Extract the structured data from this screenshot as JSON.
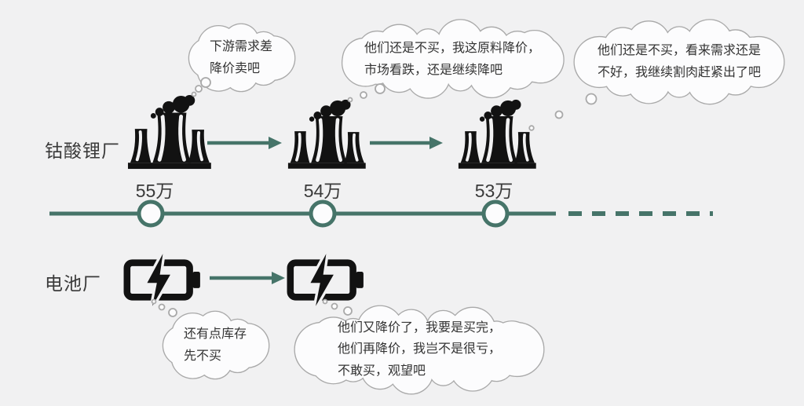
{
  "colors": {
    "teal": "#467469",
    "ink": "#121212",
    "bg": "#f1f1f2",
    "text": "#3a3a3a",
    "bubble_border": "#a9a9a9",
    "bubble_fill": "#fcfcfd"
  },
  "producer": {
    "label": "钴酸锂厂",
    "icon": "nuclear-plant-icon",
    "prices": [
      "55万",
      "54万",
      "53万"
    ],
    "thoughts": [
      "下游需求差\n降价卖吧",
      "他们还是不买，我这原料降价，\n市场看跌，还是继续降吧",
      "他们还是不买，看来需求还是\n不好，我继续割肉赶紧出了吧"
    ]
  },
  "consumer": {
    "label": "电池厂",
    "icon": "battery-charging-icon",
    "thoughts": [
      "还有点库存\n先不买",
      "他们又降价了，我要是买完，\n他们再降价，我岂不是很亏，\n不敢买，观望吧"
    ]
  }
}
